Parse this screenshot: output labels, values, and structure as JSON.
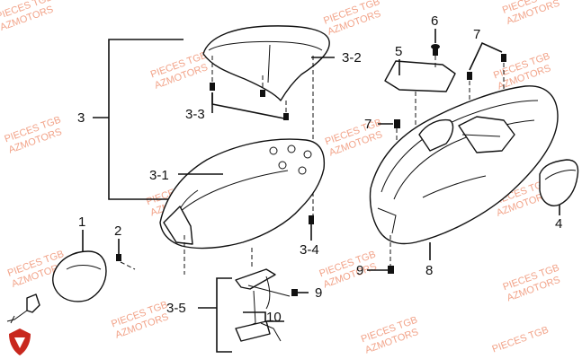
{
  "watermark": {
    "lines": [
      "PIECES TGB",
      "AZMOTORS"
    ],
    "color": "#f2a48a"
  },
  "labels": {
    "p1": "1",
    "p2": "2",
    "p3": "3",
    "p3_1": "3-1",
    "p3_2": "3-2",
    "p3_3": "3-3",
    "p3_4": "3-4",
    "p3_5": "3-5",
    "p4": "4",
    "p5": "5",
    "p6": "6",
    "p7a": "7",
    "p7b": "7",
    "p8": "8",
    "p9a": "9",
    "p9b": "9",
    "p10": "10"
  },
  "logo": {
    "icon": "shield-icon",
    "color": "#c8281e"
  }
}
